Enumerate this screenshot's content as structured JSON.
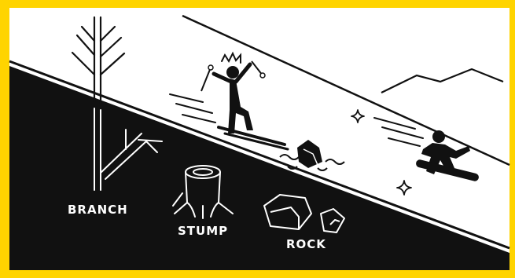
{
  "labels": {
    "branch": "BRANCH",
    "stump": "STUMP",
    "rock": "ROCK"
  },
  "colors": {
    "border": "#ffd400",
    "snow": "#ffffff",
    "underground": "#111111",
    "line": "#111111",
    "underground_line": "#ffffff"
  },
  "icons": [
    "tree-icon",
    "skier-icon",
    "snowboarder-icon",
    "stump-icon",
    "rock-icon",
    "sparkle-icon",
    "mountain-icon"
  ]
}
